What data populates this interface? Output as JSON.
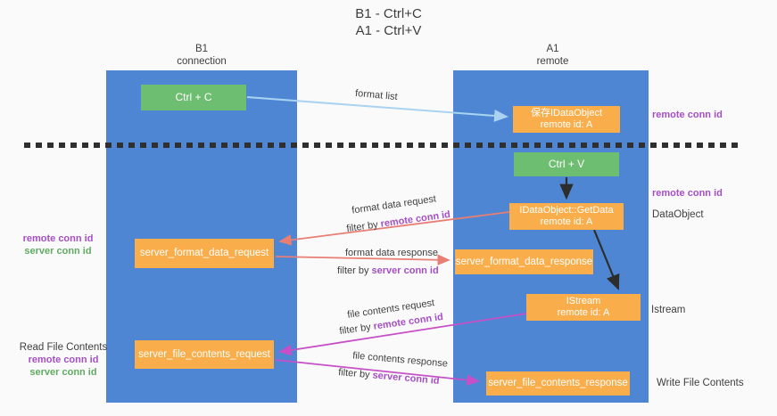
{
  "title": {
    "line1": "B1 - Ctrl+C",
    "line2": "A1 - Ctrl+V"
  },
  "columns": {
    "left": {
      "header_line1": "B1",
      "header_line2": "connection"
    },
    "right": {
      "header_line1": "A1",
      "header_line2": "remote"
    }
  },
  "boxes": {
    "ctrl_c": "Ctrl + C",
    "ctrl_v": "Ctrl + V",
    "save_idataobject": {
      "line1": "保存IDataObject",
      "line2": "remote id: A"
    },
    "getdata": {
      "line1": "IDataObject::GetData",
      "line2": "remote id: A"
    },
    "istream": {
      "line1": "IStream",
      "line2": "remote id: A"
    },
    "format_request": "server_format_data_request",
    "format_response": "server_format_data_response",
    "file_request": "server_file_contents_request",
    "file_response": "server_file_contents_response"
  },
  "arrow_labels": {
    "format_list": "format list",
    "format_data_request": "format data request",
    "format_data_response": "format data response",
    "file_contents_request": "file contents request",
    "file_contents_response": "file contents response",
    "filter_by": "filter by ",
    "remote_conn_id": "remote conn id",
    "server_conn_id": "server conn id"
  },
  "side_labels": {
    "right_remote_conn_id_top": "remote conn id",
    "right_remote_conn_id_mid": "remote conn id",
    "dataobject": "DataObject",
    "istream": "Istream",
    "write_file_contents": "Write File Contents",
    "left_remote_conn_id_1": "remote conn id",
    "left_server_conn_id_1": "server conn id",
    "read_file_contents": "Read File Contents",
    "left_remote_conn_id_2": "remote conn id",
    "left_server_conn_id_2": "server conn id"
  },
  "colors": {
    "background": "#fafafa",
    "column_blue": "#4e86d4",
    "box_green": "#6dbe70",
    "box_orange": "#f9ae4b",
    "arrow_lightblue": "#a9d3f0",
    "arrow_red": "#e87e74",
    "arrow_magenta": "#c750c7",
    "arrow_black": "#2d2d2d",
    "text_purple": "#a54fc4",
    "text_green": "#5fab62",
    "text_dark": "#3e3e3e"
  }
}
